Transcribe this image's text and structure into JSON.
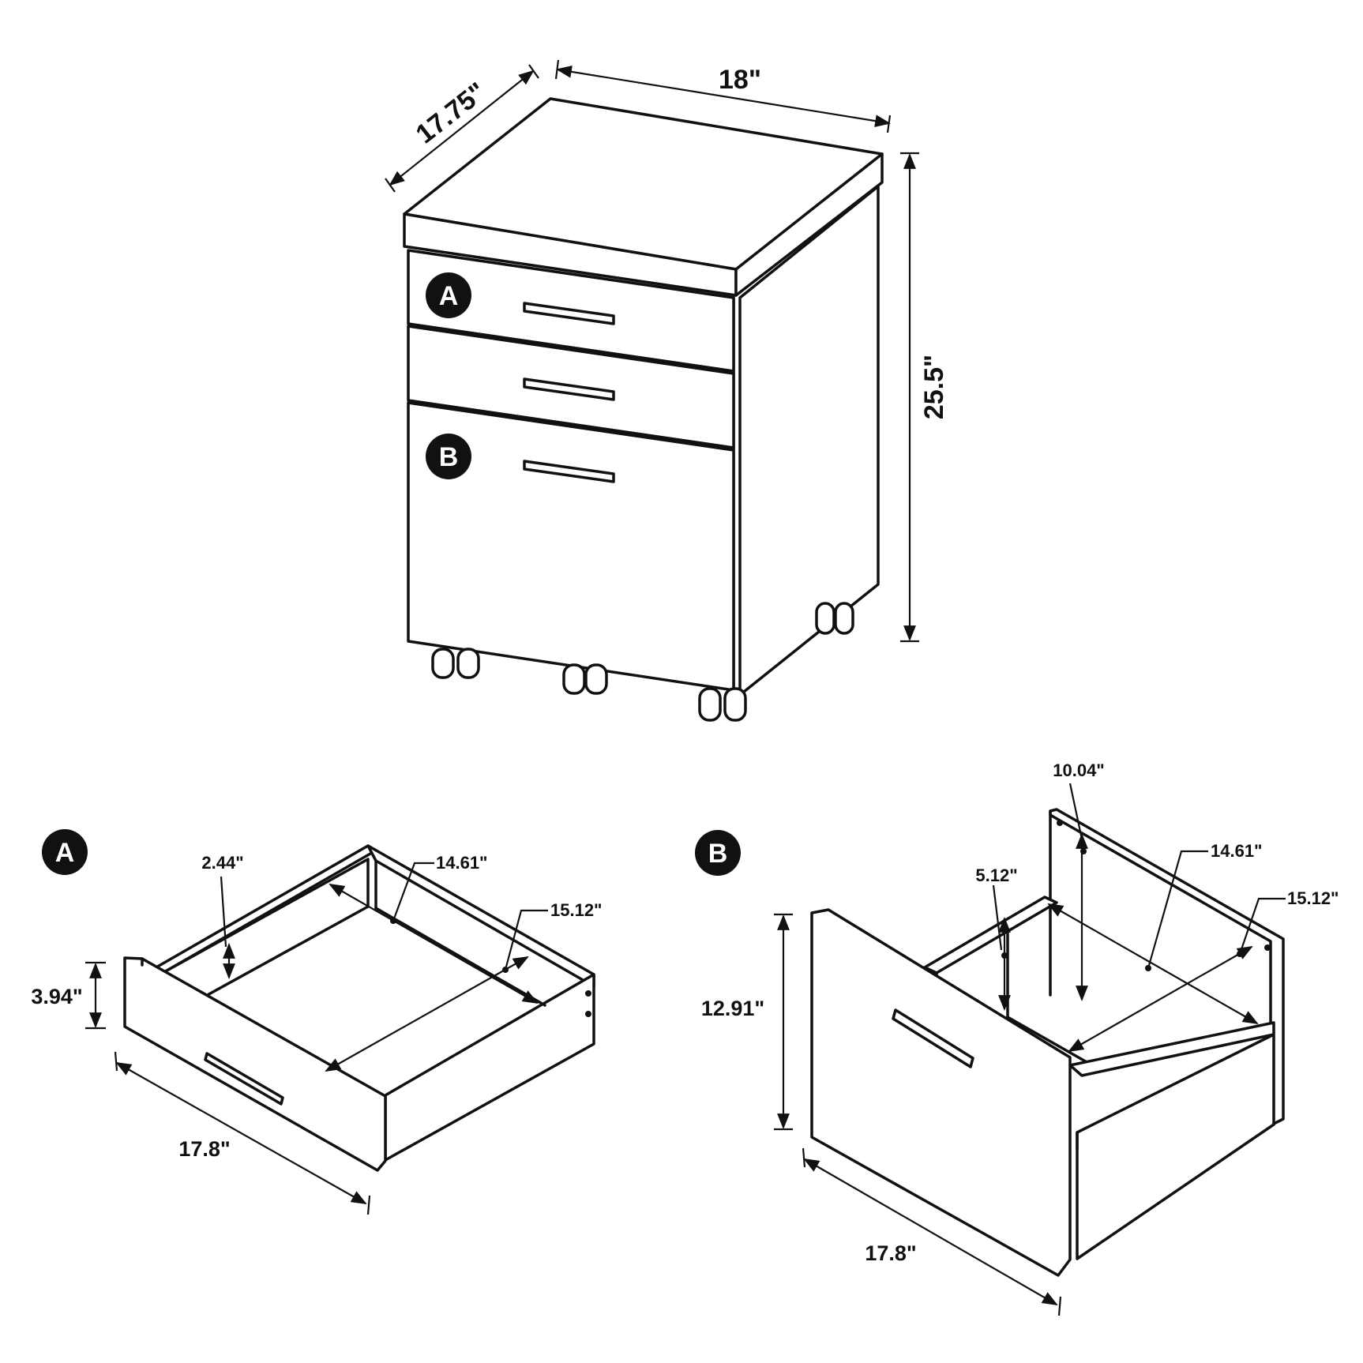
{
  "cabinet": {
    "depth": "17.75\"",
    "width": "18\"",
    "height": "25.5\"",
    "badge_a": "A",
    "badge_b": "B"
  },
  "drawer_a": {
    "badge": "A",
    "height": "3.94\"",
    "inner_depth": "2.44\"",
    "inner_width": "14.61\"",
    "inner_length": "15.12\"",
    "front_width": "17.8\""
  },
  "drawer_b": {
    "badge": "B",
    "height": "12.91\"",
    "inner_depth": "5.12\"",
    "back_height": "10.04\"",
    "inner_width": "14.61\"",
    "inner_length": "15.12\"",
    "front_width": "17.8\""
  }
}
